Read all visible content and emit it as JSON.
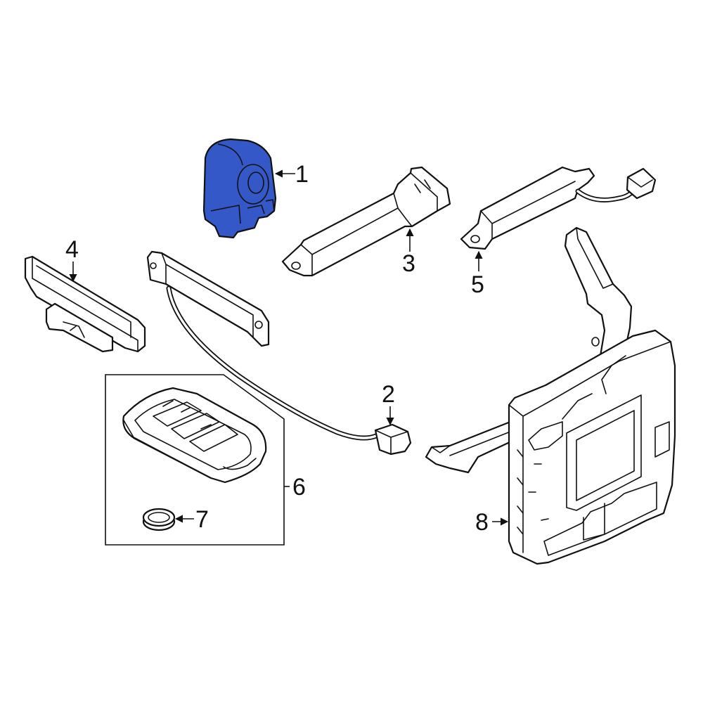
{
  "callouts": [
    "1",
    "2",
    "3",
    "4",
    "5",
    "6",
    "7",
    "8"
  ],
  "colors": {
    "highlight": "#3558c8",
    "line": "#111111",
    "background": "#ffffff"
  }
}
